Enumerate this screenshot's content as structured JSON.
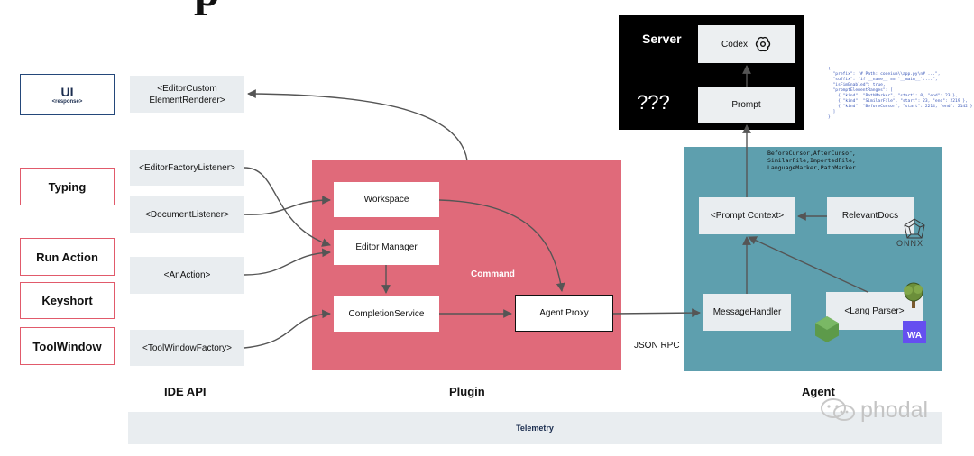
{
  "top_title_fragment": "p",
  "server": {
    "label": "Server",
    "unknown": "???",
    "codex": "Codex",
    "prompt": "Prompt"
  },
  "code_snippet": "{\n  \"prefix\": \"# Path: codeium\\\\app.py\\n# ...\",\n  \"suffix\": \"if __name__ == '__main__':...\",\n  \"isFimEnabled\": true,\n  \"promptElementRanges\": [\n    { \"kind\": \"PathMarker\", \"start\": 0, \"end\": 23 },\n    { \"kind\": \"SimilarFile\", \"start\": 23, \"end\": 2219 },\n    { \"kind\": \"BeforeCursor\", \"start\": 2214, \"end\": 2142 }\n  ]\n}",
  "left": {
    "ui": "UI",
    "ui_sub": "<response>",
    "typing": "Typing",
    "run_action": "Run Action",
    "keyshort": "Keyshort",
    "toolwindow": "ToolWindow"
  },
  "ide_api": {
    "label": "IDE API",
    "renderer": "<EditorCustom\nElementRenderer>",
    "factory_listener": "<EditorFactoryListener>",
    "document_listener": "<DocumentListener>",
    "anaction": "<AnAction>",
    "toolwindow_factory": "<ToolWindowFactory>"
  },
  "plugin": {
    "label": "Plugin",
    "command": "Command",
    "workspace": "Workspace",
    "editor_manager": "Editor Manager",
    "completion_service": "CompletionService",
    "agent_proxy": "Agent Proxy"
  },
  "json_rpc": "JSON RPC",
  "agent": {
    "label": "Agent",
    "elements": "BeforeCursor,AfterCursor,\nSimilarFile,ImportedFile,\nLanguageMarker,PathMarker",
    "prompt_context": "<Prompt Context>",
    "relevant_docs": "RelevantDocs",
    "onnx": "ONNX",
    "message_handler": "MessageHandler",
    "lang_parser": "<Lang Parser>",
    "wa": "WA"
  },
  "telemetry": "Telemetry",
  "watermark": "phodal",
  "colors": {
    "plugin_bg": "#e06a7a",
    "agent_bg": "#5e9fae",
    "server_bg": "#000000",
    "red_border": "#e15a6b",
    "blue_border": "#24487a",
    "box_gray": "#e9edf0",
    "arrow": "#555555"
  }
}
